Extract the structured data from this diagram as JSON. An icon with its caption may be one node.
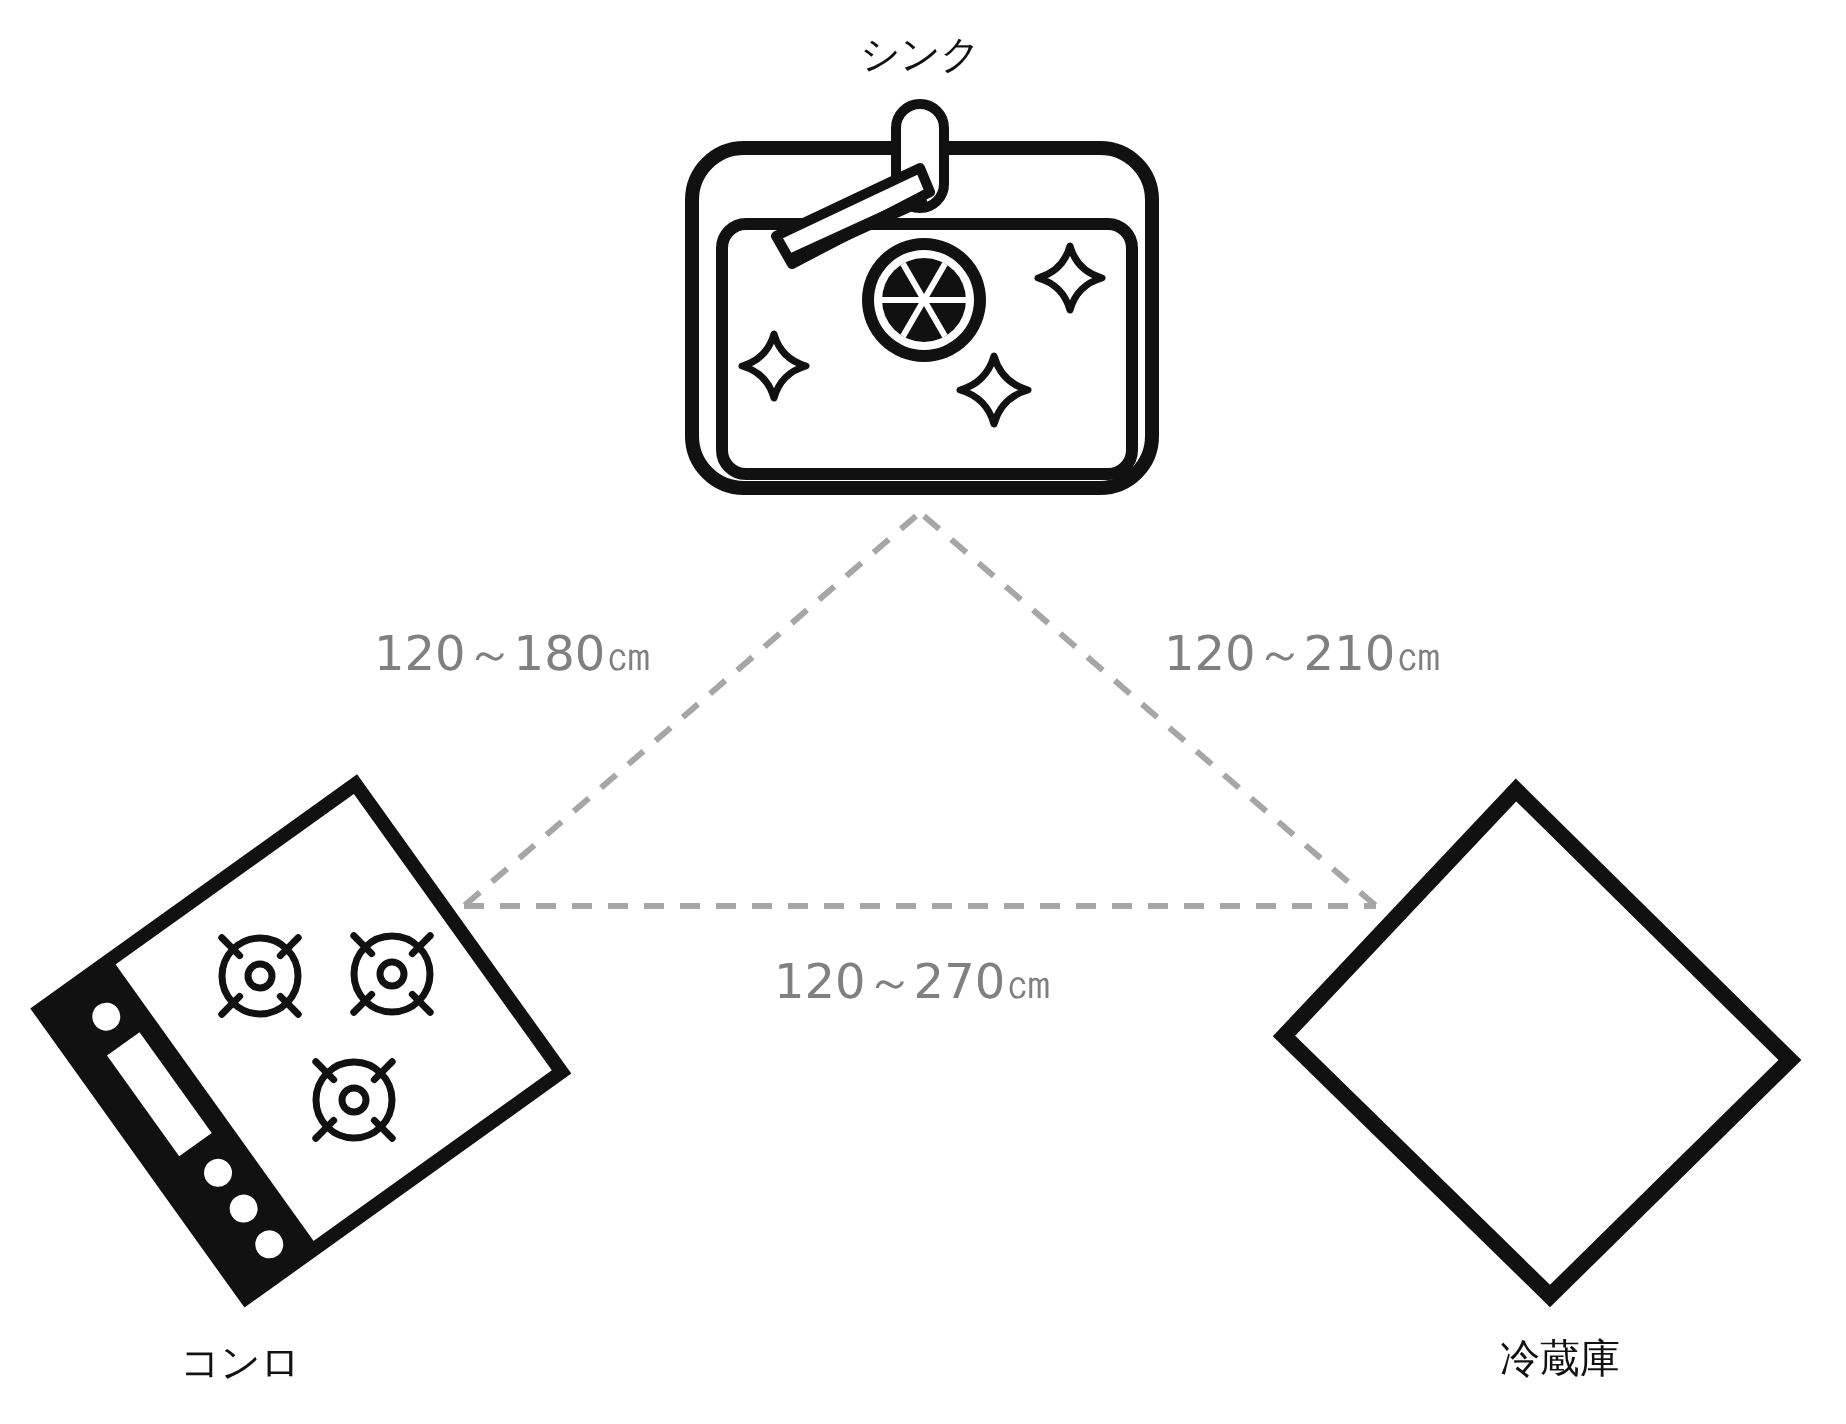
{
  "diagram": {
    "nodes": [
      {
        "text": [
          "シンク"
        ]
      },
      {
        "text": [
          "コンロ"
        ]
      },
      {
        "text": [
          "冷蔵庫"
        ]
      }
    ],
    "edges": [
      {
        "from": 0,
        "to": 1,
        "arrow": "none",
        "label": "120～180㎝",
        "style": "dashed"
      },
      {
        "from": 0,
        "to": 2,
        "arrow": "none",
        "label": "120～210㎝",
        "style": "dashed"
      },
      {
        "from": 1,
        "to": 2,
        "arrow": "none",
        "label": "120～270㎝",
        "style": "dashed"
      }
    ]
  }
}
